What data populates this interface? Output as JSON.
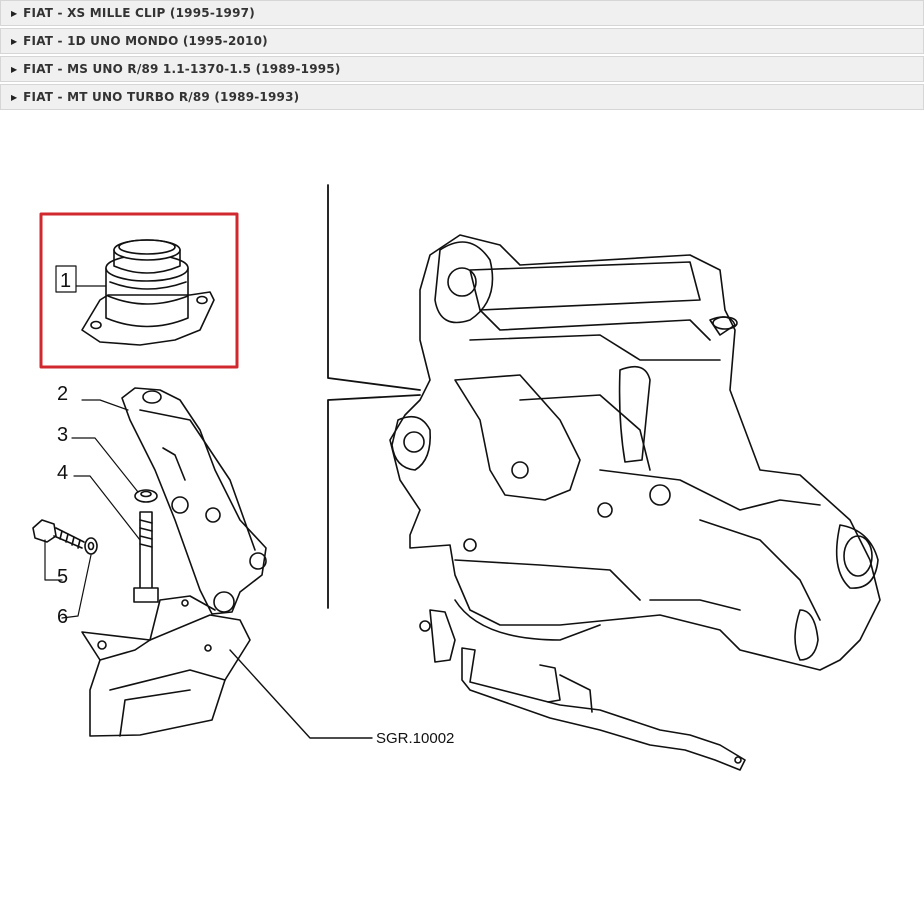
{
  "models": [
    {
      "label": "FIAT - XS MILLE CLIP (1995-1997)"
    },
    {
      "label": "FIAT - 1D UNO MONDO (1995-2010)"
    },
    {
      "label": "FIAT - MS UNO R/89 1.1-1370-1.5 (1989-1995)"
    },
    {
      "label": "FIAT - MT UNO TURBO R/89 (1989-1993)"
    }
  ],
  "diagram": {
    "callouts": [
      "1",
      "2",
      "3",
      "4",
      "5",
      "6"
    ],
    "reference": "SGR.10002",
    "highlight_color": "#d0282e"
  }
}
